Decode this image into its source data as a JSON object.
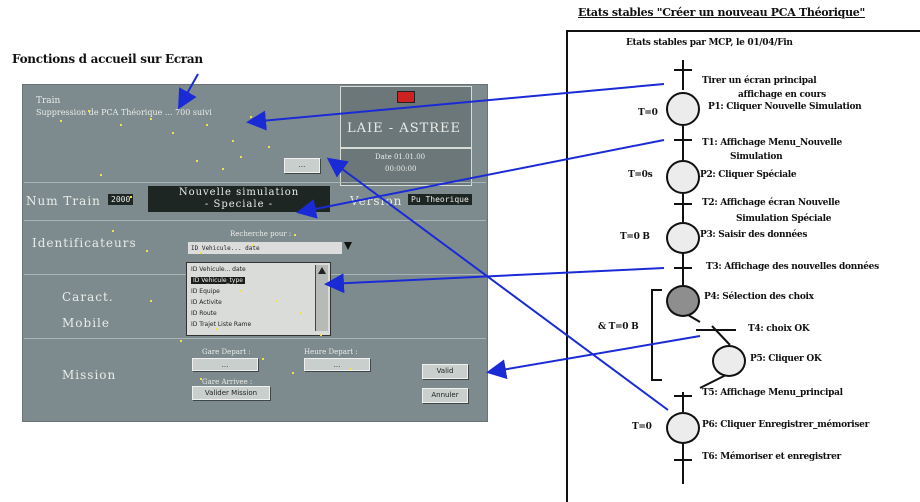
{
  "header": {
    "screenshot_caption": "Fonctions d accueil sur Ecran",
    "grafcet_title": "Etats stables \"Créer un nouveau PCA Théorique\"",
    "grafcet_subtitle": "Etats stables par MCP, le 01/04/Fin"
  },
  "screen": {
    "heading_small": "Train",
    "subtitle": "Suppression de PCA Théorique ... 700 suivi",
    "logo_text": "LAIE - ASTREE",
    "date_line1": "Date 01.01.00",
    "date_line2": "00:00:00",
    "button_top": "...",
    "num_train_label": "Num Train",
    "num_train_value": "2000",
    "mode_title_line1": "Nouvelle simulation",
    "mode_title_line2": "- Speciale -",
    "version_label": "Version",
    "version_value": "Pu Theorique",
    "identificateurs_label": "Identificateurs",
    "dropdown_caption": "Recherche pour :",
    "dropdown_value": "ID Vehicule... date",
    "list_items": [
      "ID Vehicule... date",
      "ID Vehicule_type",
      "ID Equipe",
      "ID Activite",
      "ID Route",
      "ID Trajet Liste Rame"
    ],
    "caract_label": "Caract.",
    "mobile_label": "Mobile",
    "mission_label": "Mission",
    "gare_depart_label": "Gare Depart :",
    "gare_depart_value": "...",
    "heure_depart_label": "Heure Depart :",
    "heure_depart_value": "...",
    "gare_arrivee_label": "Gare Arrivee :",
    "gare_arrivee_value": "Valider Mission",
    "btn_valider": "Valid",
    "btn_annuler": "Annuler"
  },
  "grafcet": {
    "r1_line1": "Tirer un écran principal",
    "r1_line2": "affichage en cours",
    "r1_line3": "P1: Cliquer Nouvelle Simulation",
    "t1": "T=0",
    "r2_line1": "T1: Affichage Menu_Nouvelle",
    "r2_line2": "Simulation",
    "r2_line3": "P2: Cliquer Spéciale",
    "t2": "T=0s",
    "r3_line1": "T2: Affichage écran Nouvelle",
    "r3_line2": "Simulation Spéciale",
    "r3_line3": "P3: Saisir des données",
    "t3": "T=0 B",
    "r4_line1": "T3: Affichage des nouvelles données",
    "r5_line1": "P4: Sélection des choix",
    "t_loop": "& T=0 B",
    "r6_line1": "T4: choix OK",
    "r7_line1": "P5: Cliquer OK",
    "r8_line1": "T5: Affichage Menu_principal",
    "t6": "T=0",
    "r9_line1": "P6: Cliquer Enregistrer_mémoriser",
    "r10_line1": "T6: Mémoriser et enregistrer"
  },
  "colors": {
    "arrow": "#1a2bd6",
    "panel": "#7e8b8e",
    "step_fill": "#ececec",
    "step_active": "#8e8e8e"
  }
}
